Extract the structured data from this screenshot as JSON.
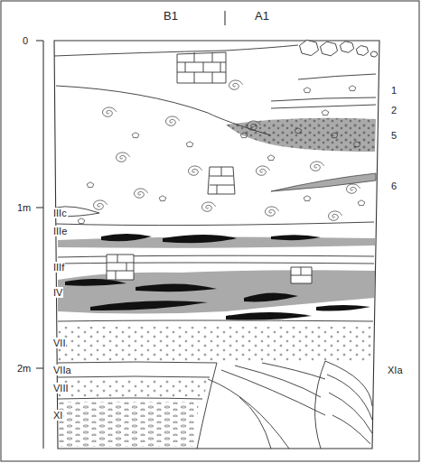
{
  "diagram": {
    "labels": [
      "B1",
      "A1",
      "0",
      "1m",
      "2m",
      "1",
      "2",
      "5",
      "6",
      "IIIc",
      "IIIe",
      "IIIf",
      "IV",
      "VII",
      "VIIa",
      "VIII",
      "XI",
      "XIa"
    ]
  }
}
